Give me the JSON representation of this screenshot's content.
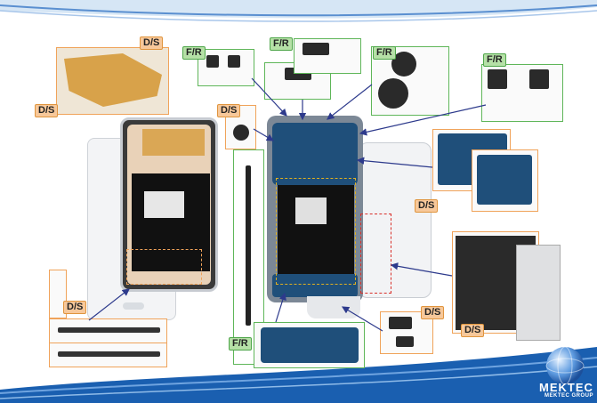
{
  "labels": {
    "ds_top": "D/S",
    "ds_left": "D/S",
    "fr_camera_front": "F/R",
    "fr_earpiece": "F/R",
    "fr_camera_rear": "F/R",
    "fr_audio": "F/R",
    "ds_vibrator": "D/S",
    "ds_sim": "D/S",
    "ds_bottom_left": "D/S",
    "fr_usb": "F/R",
    "ds_sensor": "D/S",
    "ds_nfc": "D/S"
  },
  "logo": {
    "name": "MEKTEC",
    "tagline": "MEKTEC GROUP"
  },
  "colors": {
    "ds_badge": "#f7c89a",
    "fr_badge": "#b5e0a6",
    "frame_orange": "#f0a35a",
    "frame_green": "#5fb659",
    "wave_blue": "#1a5fb0",
    "arrow": "#2d3a8c"
  }
}
